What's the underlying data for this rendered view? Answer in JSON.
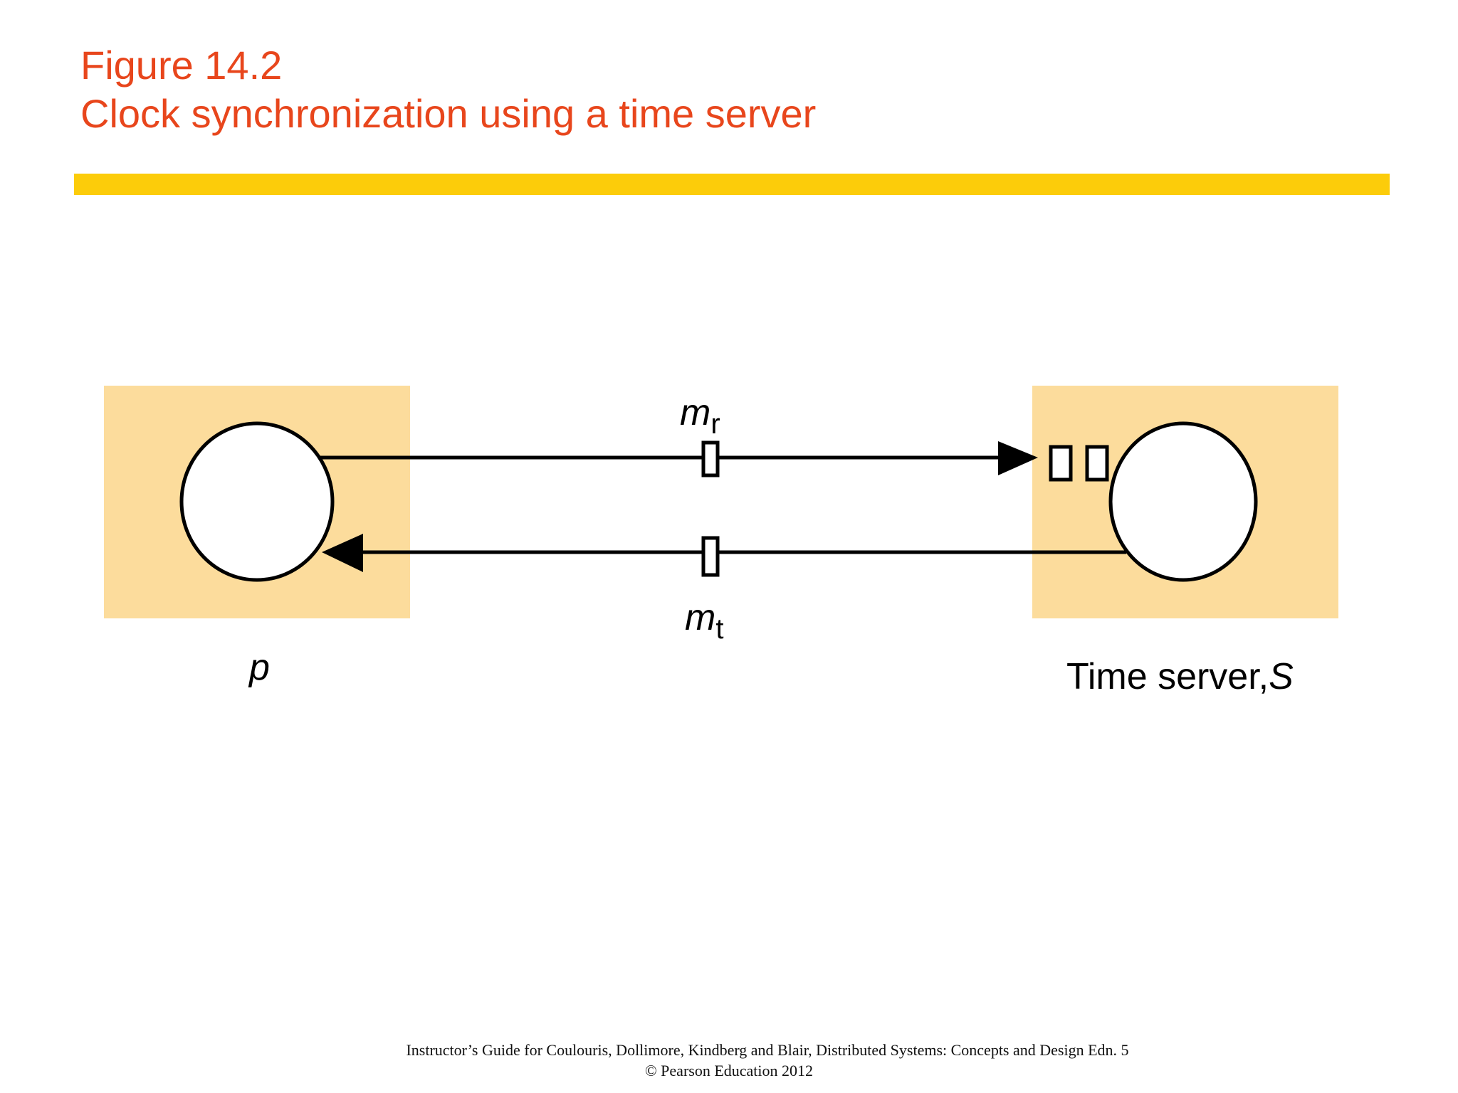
{
  "title": {
    "figure_number": "Figure 14.2",
    "caption": "Clock synchronization using a time server"
  },
  "diagram": {
    "client": {
      "label": "p"
    },
    "server": {
      "label_text": "Time server,",
      "label_italic": "S"
    },
    "request_message": {
      "symbol": "m",
      "subscript": "r"
    },
    "reply_message": {
      "symbol": "m",
      "subscript": "t"
    }
  },
  "footer": {
    "line1": "Instructor’s Guide for  Coulouris, Dollimore, Kindberg and Blair,  Distributed Systems: Concepts and Design   Edn. 5",
    "line2": "©  Pearson Education 2012"
  },
  "colors": {
    "title": "#e8461c",
    "rule": "#fccc0a",
    "process_box": "#fcdc9c"
  }
}
